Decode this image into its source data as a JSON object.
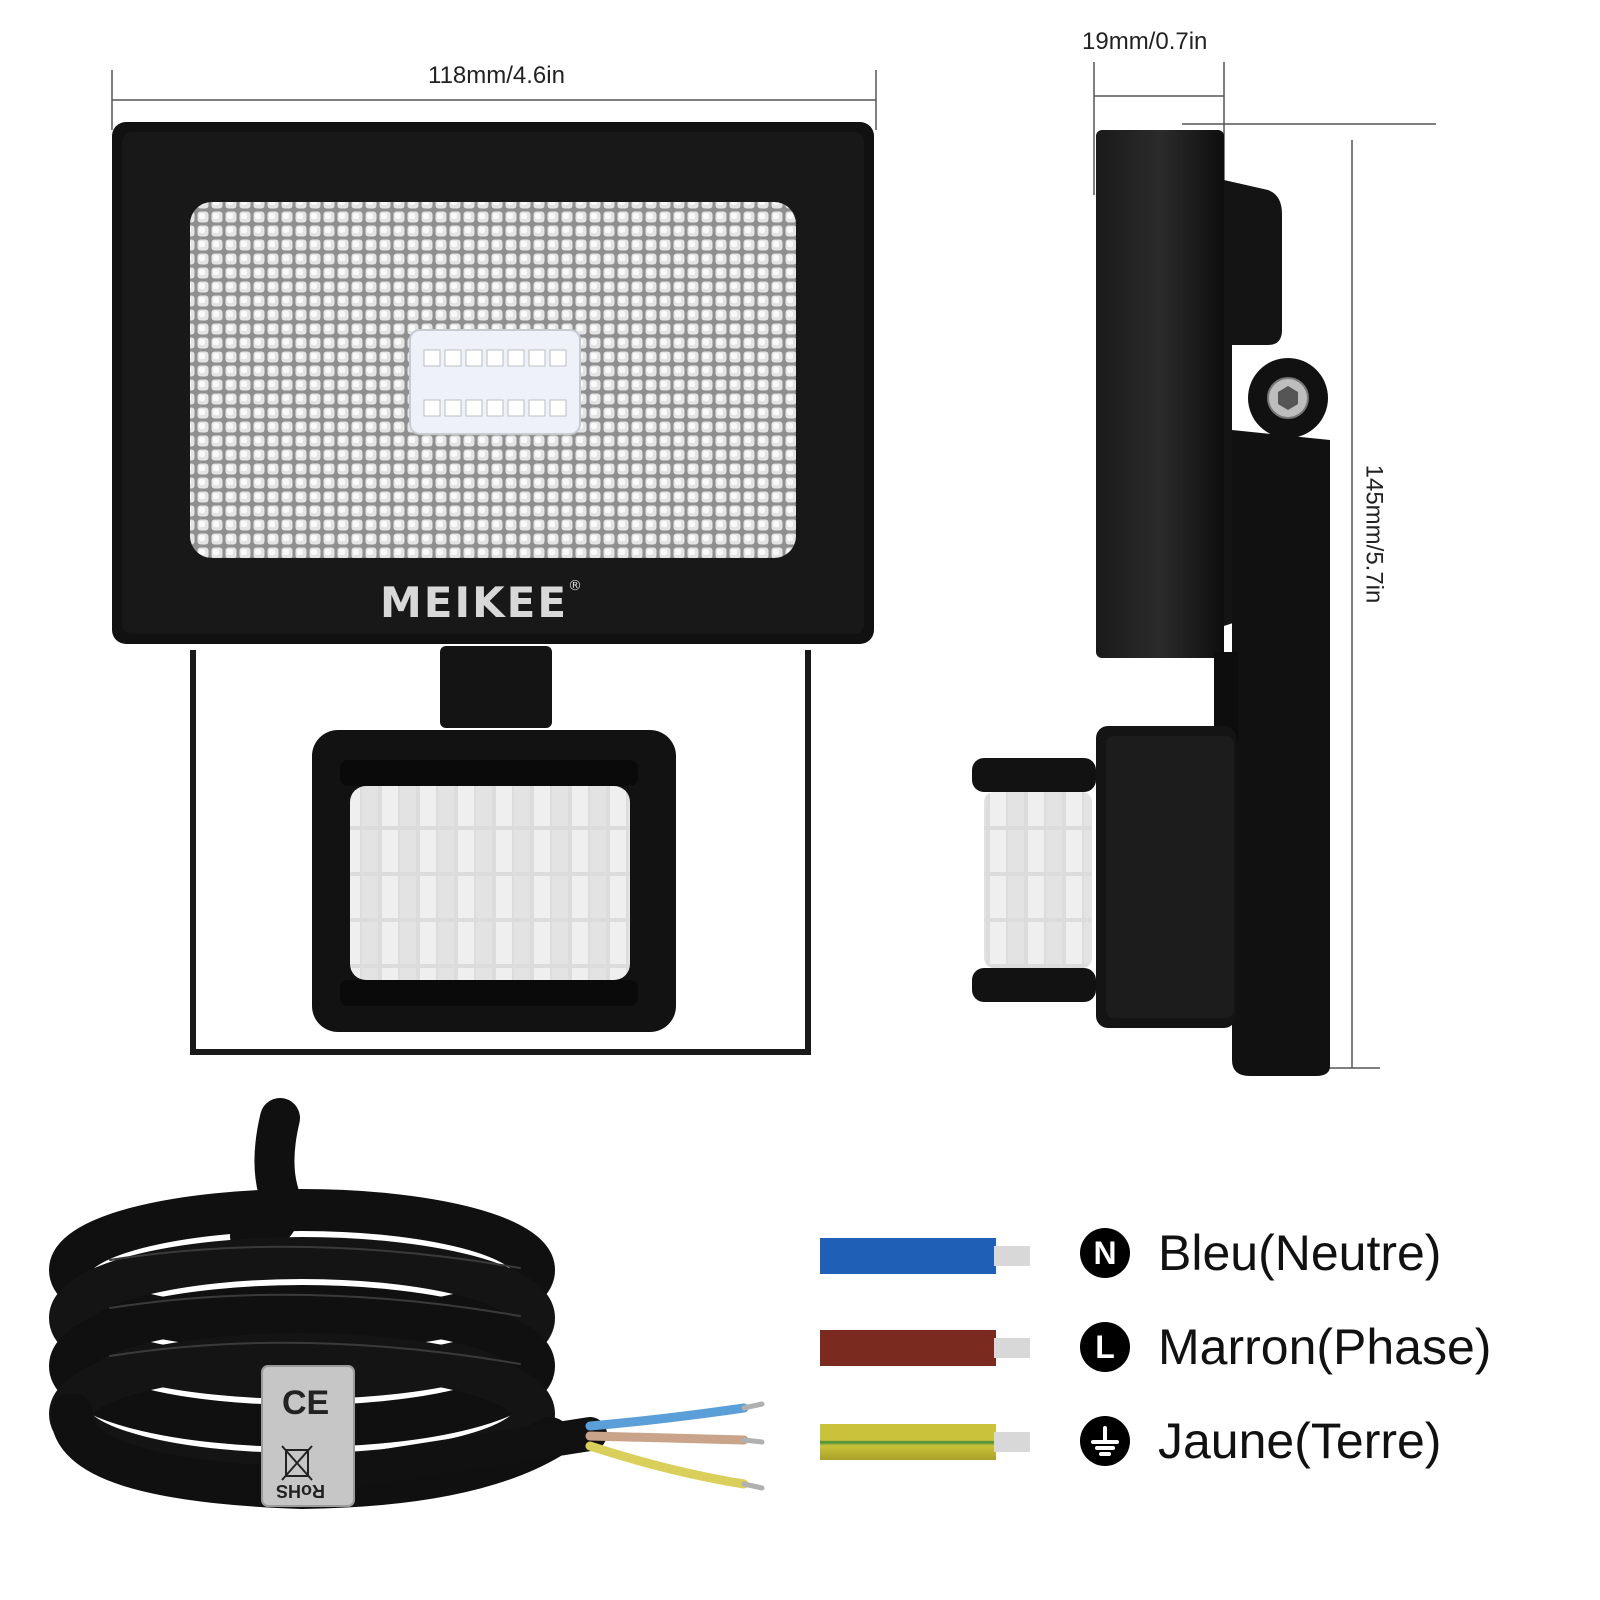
{
  "dimensions": {
    "width": "118mm/4.6in",
    "depth": "19mm/0.7in",
    "height": "145mm/5.7in"
  },
  "product": {
    "brand": "MEIKEE",
    "registered_mark": "®"
  },
  "cable_tag": {
    "ce_mark": "CE",
    "rohs_mark": "RoHS"
  },
  "wiring_legend": [
    {
      "symbol": "N",
      "label": "Bleu(Neutre)",
      "color": "#1f5fb5"
    },
    {
      "symbol": "L",
      "label": "Marron(Phase)",
      "color": "#7a2a1e"
    },
    {
      "symbol": "ground-icon",
      "label": "Jaune(Terre)",
      "color": "#b5b02a"
    }
  ],
  "colors": {
    "housing": "#111111",
    "lens": "#bdbdbd",
    "led": "#ffffff",
    "sensor_dome": "#e6e6e6"
  }
}
